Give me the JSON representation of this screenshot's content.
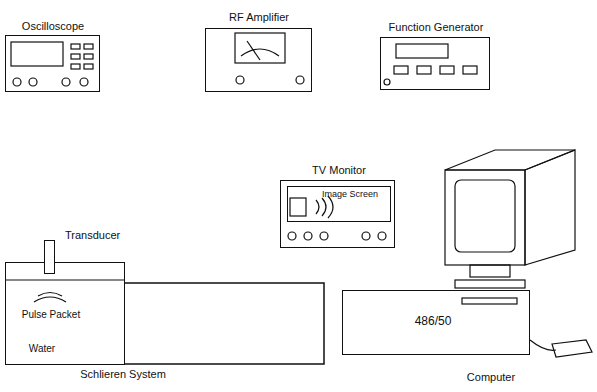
{
  "diagram": {
    "nodes": [
      {
        "text": [
          "Oscilloscope"
        ]
      },
      {
        "text": [
          "RF Amplifier"
        ]
      },
      {
        "text": [
          "Function Generator"
        ]
      },
      {
        "text": [
          "TV Monitor"
        ]
      },
      {
        "text": [
          "Image Screen"
        ],
        "in": 3
      },
      {
        "text": [
          "Transducer"
        ]
      },
      {
        "text": [
          "Schlieren System"
        ]
      },
      {
        "text": [
          "Pulse Packet",
          "Water"
        ],
        "in": 6
      },
      {
        "text": [
          "Computer",
          "486/50"
        ]
      }
    ],
    "edges": [
      {
        "from": 2,
        "to": 1,
        "arrow": "to"
      },
      {
        "from": 1,
        "to": 0,
        "arrow": "to"
      },
      {
        "from": 1,
        "to": 5,
        "arrow": "to"
      },
      {
        "from": 8,
        "to": 3,
        "arrow": "to"
      },
      {
        "from": 6,
        "to": 8,
        "arrow": "to"
      }
    ]
  }
}
